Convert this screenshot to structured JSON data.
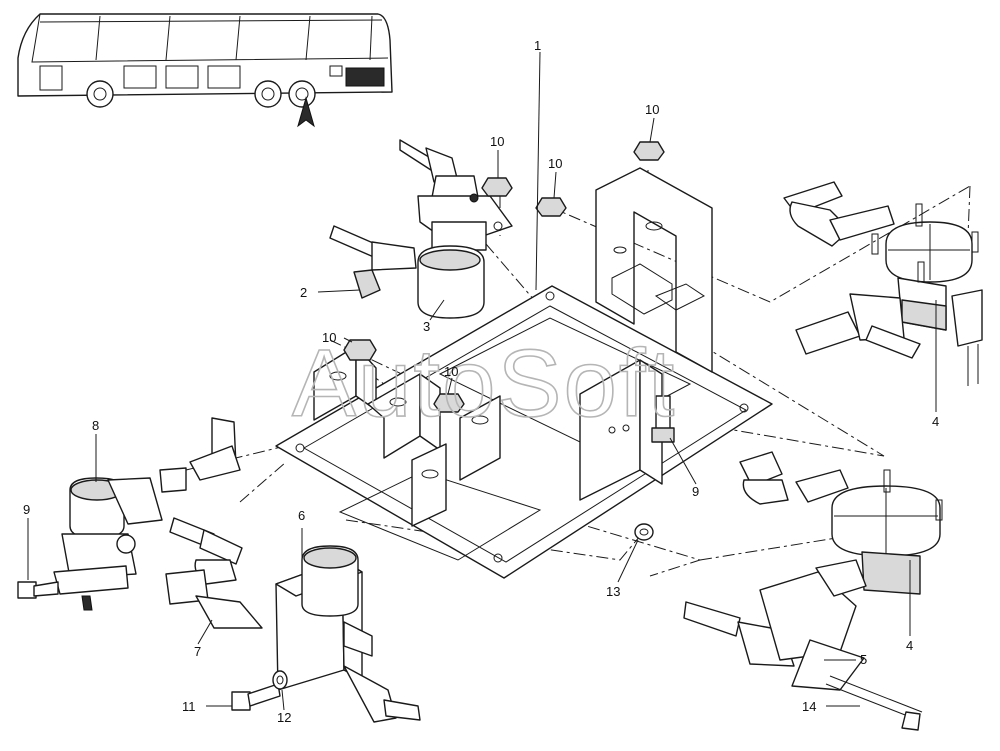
{
  "watermark": "AutoSoft",
  "callouts": {
    "c1": "1",
    "c2": "2",
    "c3": "3",
    "c4a": "4",
    "c4b": "4",
    "c5": "5",
    "c6": "6",
    "c7": "7",
    "c8": "8",
    "c9a": "9",
    "c9b": "9",
    "c10a": "10",
    "c10b": "10",
    "c10c": "10",
    "c10d": "10",
    "c10e": "10",
    "c11": "11",
    "c12": "12",
    "c13": "13",
    "c14": "14"
  },
  "icons": {
    "bus": "bus-side-view-icon",
    "arrow": "location-arrow-icon"
  },
  "colors": {
    "line": "#1a1a1a",
    "watermark": "#b5b5b5",
    "background": "#ffffff"
  }
}
